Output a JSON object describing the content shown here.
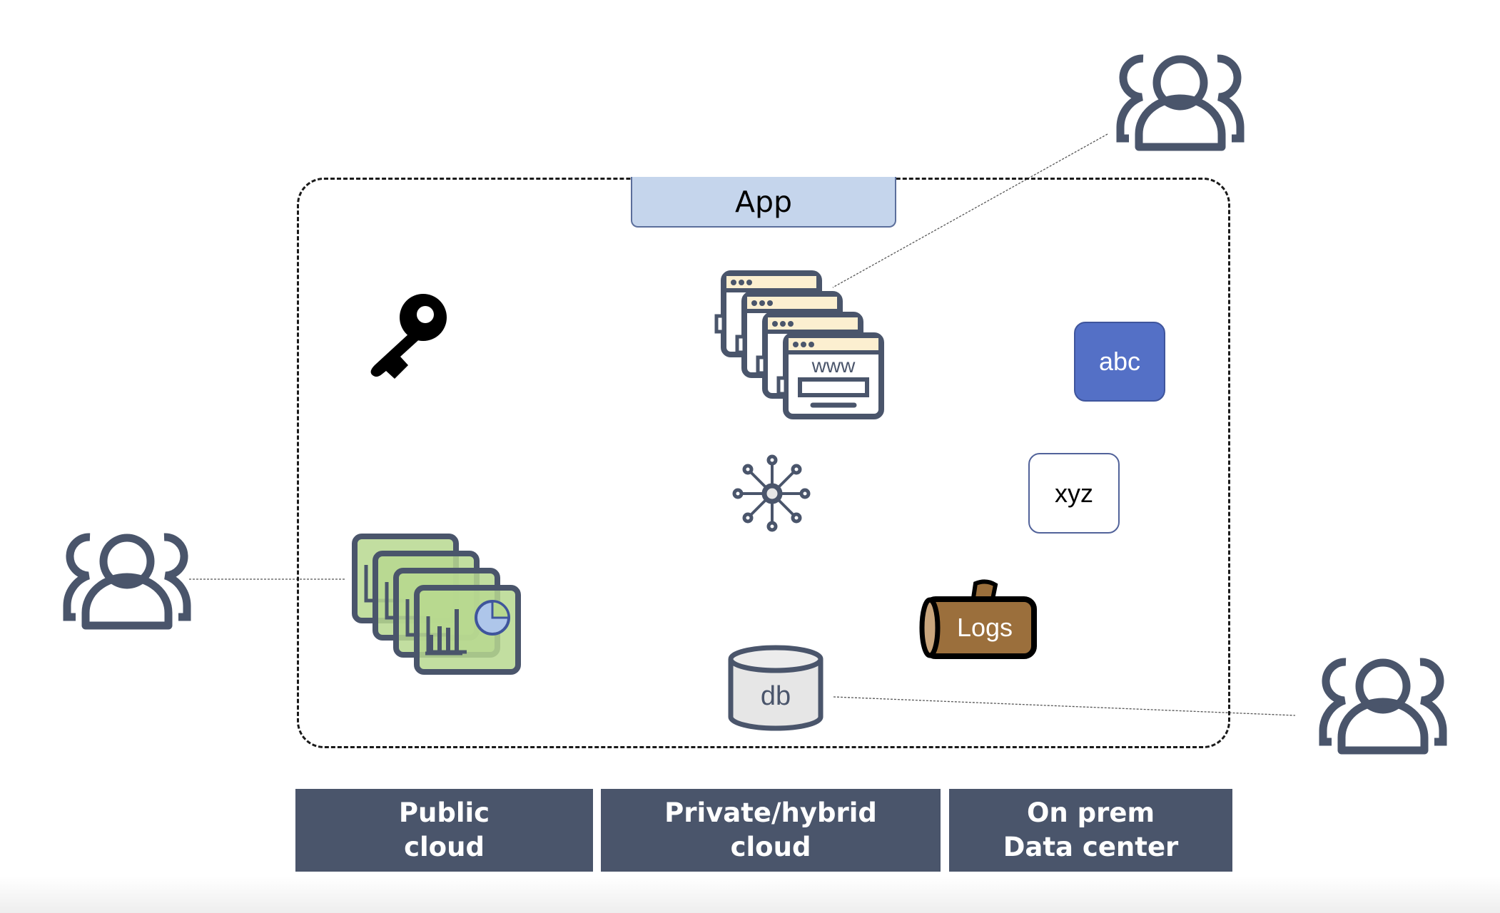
{
  "diagram": {
    "app_label": "App",
    "boxes": {
      "abc": "abc",
      "xyz": "xyz"
    },
    "icons": {
      "key": "key-icon",
      "web_servers": "browser-windows-stack-icon",
      "web_label": "www",
      "hub": "network-hub-icon",
      "dashboards": "dashboard-stack-icon",
      "logs": "log-icon",
      "logs_label": "Logs",
      "database": "database-icon",
      "db_label": "db",
      "users": "users-group-icon"
    },
    "environments": [
      {
        "line1": "Public",
        "line2": "cloud"
      },
      {
        "line1": "Private/hybrid",
        "line2": "cloud"
      },
      {
        "line1": "On prem",
        "line2": "Data center"
      }
    ],
    "colors": {
      "icon_stroke": "#4a556b",
      "app_fill": "#c5d5ec",
      "abc_fill": "#5470c6",
      "log_fill": "#9b6f3c",
      "dashboard_fill": "#b7d88f",
      "browser_header": "#fcefd0",
      "env_bar": "#4a556b"
    }
  }
}
